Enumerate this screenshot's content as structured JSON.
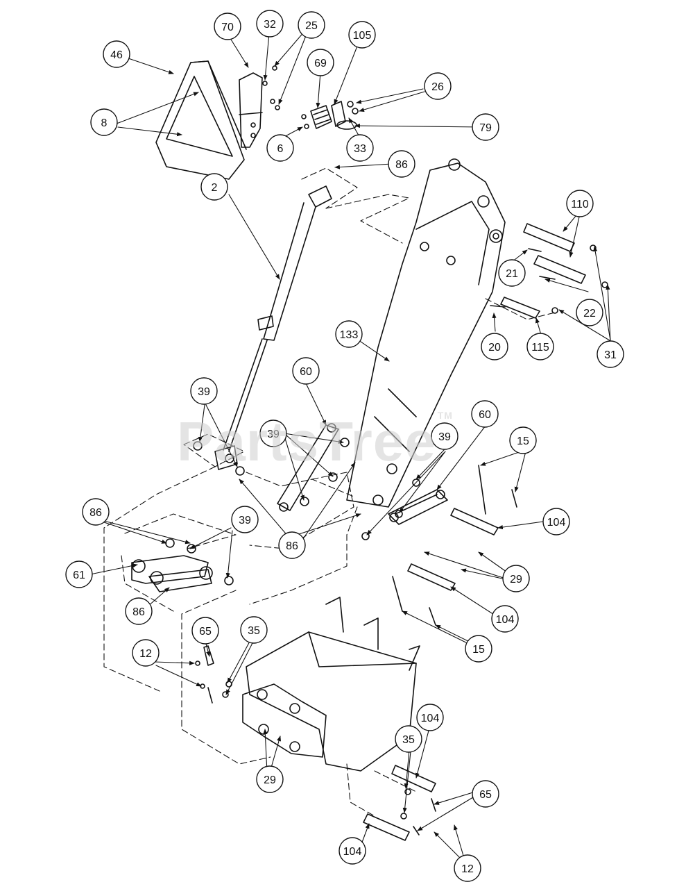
{
  "watermark": {
    "text": "PartsTree",
    "mark": "TM"
  },
  "callouts": [
    {
      "id": "c-46",
      "label": "46"
    },
    {
      "id": "c-70",
      "label": "70"
    },
    {
      "id": "c-32",
      "label": "32"
    },
    {
      "id": "c-25",
      "label": "25"
    },
    {
      "id": "c-105",
      "label": "105"
    },
    {
      "id": "c-69",
      "label": "69"
    },
    {
      "id": "c-26",
      "label": "26"
    },
    {
      "id": "c-8",
      "label": "8"
    },
    {
      "id": "c-79",
      "label": "79"
    },
    {
      "id": "c-6",
      "label": "6"
    },
    {
      "id": "c-33",
      "label": "33"
    },
    {
      "id": "c-86a",
      "label": "86"
    },
    {
      "id": "c-110",
      "label": "110"
    },
    {
      "id": "c-2",
      "label": "2"
    },
    {
      "id": "c-21",
      "label": "21"
    },
    {
      "id": "c-22",
      "label": "22"
    },
    {
      "id": "c-133",
      "label": "133"
    },
    {
      "id": "c-20",
      "label": "20"
    },
    {
      "id": "c-115",
      "label": "115"
    },
    {
      "id": "c-31",
      "label": "31"
    },
    {
      "id": "c-60a",
      "label": "60"
    },
    {
      "id": "c-39a",
      "label": "39"
    },
    {
      "id": "c-60b",
      "label": "60"
    },
    {
      "id": "c-39b",
      "label": "39"
    },
    {
      "id": "c-39c",
      "label": "39"
    },
    {
      "id": "c-15a",
      "label": "15"
    },
    {
      "id": "c-86b",
      "label": "86"
    },
    {
      "id": "c-39d",
      "label": "39"
    },
    {
      "id": "c-104a",
      "label": "104"
    },
    {
      "id": "c-61",
      "label": "61"
    },
    {
      "id": "c-86c",
      "label": "86"
    },
    {
      "id": "c-29a",
      "label": "29"
    },
    {
      "id": "c-86d",
      "label": "86"
    },
    {
      "id": "c-104b",
      "label": "104"
    },
    {
      "id": "c-65a",
      "label": "65"
    },
    {
      "id": "c-35a",
      "label": "35"
    },
    {
      "id": "c-15b",
      "label": "15"
    },
    {
      "id": "c-12a",
      "label": "12"
    },
    {
      "id": "c-104c",
      "label": "104"
    },
    {
      "id": "c-35b",
      "label": "35"
    },
    {
      "id": "c-29b",
      "label": "29"
    },
    {
      "id": "c-65b",
      "label": "65"
    },
    {
      "id": "c-104d",
      "label": "104"
    },
    {
      "id": "c-12b",
      "label": "12"
    }
  ]
}
